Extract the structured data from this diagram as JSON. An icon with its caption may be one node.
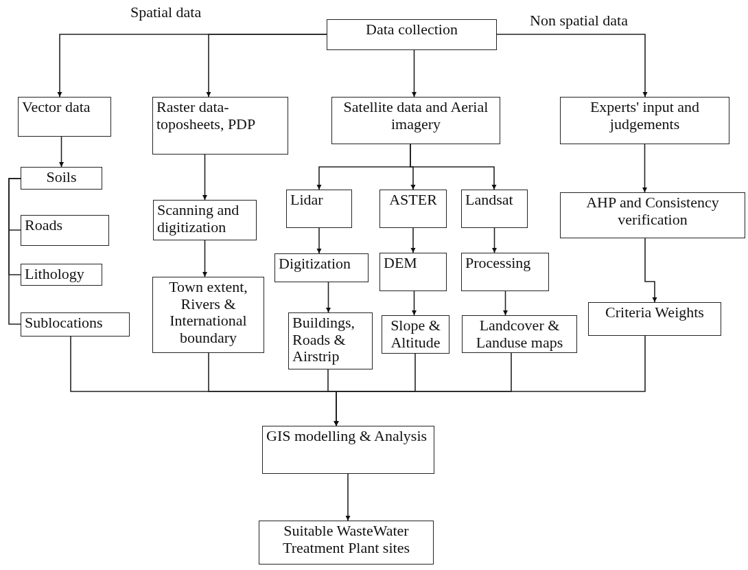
{
  "diagram": {
    "nodes": [
      {
        "text": [
          "Data collection"
        ]
      },
      {
        "text": [
          "Vector data"
        ]
      },
      {
        "text": [
          "Raster data- toposheets, PDP"
        ]
      },
      {
        "text": [
          "Satellite data and Aerial imagery"
        ]
      },
      {
        "text": [
          "Experts' input and judgements"
        ]
      },
      {
        "text": [
          "Soils"
        ]
      },
      {
        "text": [
          "Roads"
        ]
      },
      {
        "text": [
          "Lithology"
        ]
      },
      {
        "text": [
          "Sublocations"
        ]
      },
      {
        "text": [
          "Scanning and digitization"
        ]
      },
      {
        "text": [
          "Town extent, Rivers & International boundary"
        ]
      },
      {
        "text": [
          "Lidar"
        ]
      },
      {
        "text": [
          "ASTER"
        ]
      },
      {
        "text": [
          "Landsat"
        ]
      },
      {
        "text": [
          "Digitization"
        ]
      },
      {
        "text": [
          "DEM"
        ]
      },
      {
        "text": [
          "Processing"
        ]
      },
      {
        "text": [
          "Buildings, Roads & Airstrip"
        ]
      },
      {
        "text": [
          "Slope & Altitude"
        ]
      },
      {
        "text": [
          "Landcover & Landuse maps"
        ]
      },
      {
        "text": [
          "AHP and Consistency verification"
        ]
      },
      {
        "text": [
          "Criteria Weights"
        ]
      },
      {
        "text": [
          "GIS modelling & Analysis"
        ]
      },
      {
        "text": [
          "Suitable WasteWater Treatment Plant sites"
        ]
      }
    ],
    "edges": [
      {
        "from": 0,
        "to": 1,
        "arrow": "to"
      },
      {
        "from": 0,
        "to": 2,
        "arrow": "to"
      },
      {
        "from": 0,
        "to": 3,
        "arrow": "to"
      },
      {
        "from": 0,
        "to": 4,
        "arrow": "to"
      },
      {
        "from": 1,
        "to": 5,
        "arrow": "to"
      },
      {
        "from": 5,
        "to": 6,
        "arrow": "none"
      },
      {
        "from": 5,
        "to": 7,
        "arrow": "none"
      },
      {
        "from": 5,
        "to": 8,
        "arrow": "none"
      },
      {
        "from": 2,
        "to": 9,
        "arrow": "to"
      },
      {
        "from": 9,
        "to": 10,
        "arrow": "to"
      },
      {
        "from": 3,
        "to": 11,
        "arrow": "to"
      },
      {
        "from": 3,
        "to": 12,
        "arrow": "to"
      },
      {
        "from": 3,
        "to": 13,
        "arrow": "to"
      },
      {
        "from": 11,
        "to": 14,
        "arrow": "to"
      },
      {
        "from": 14,
        "to": 17,
        "arrow": "to"
      },
      {
        "from": 12,
        "to": 15,
        "arrow": "to"
      },
      {
        "from": 15,
        "to": 18,
        "arrow": "to"
      },
      {
        "from": 13,
        "to": 16,
        "arrow": "to"
      },
      {
        "from": 16,
        "to": 19,
        "arrow": "to"
      },
      {
        "from": 4,
        "to": 20,
        "arrow": "to"
      },
      {
        "from": 20,
        "to": 21,
        "arrow": "to"
      },
      {
        "from": 8,
        "to": 22,
        "arrow": "to"
      },
      {
        "from": 10,
        "to": 22,
        "arrow": "to"
      },
      {
        "from": 17,
        "to": 22,
        "arrow": "to"
      },
      {
        "from": 18,
        "to": 22,
        "arrow": "to"
      },
      {
        "from": 19,
        "to": 22,
        "arrow": "to"
      },
      {
        "from": 21,
        "to": 22,
        "arrow": "to"
      },
      {
        "from": 22,
        "to": 23,
        "arrow": "to"
      }
    ],
    "labels": [
      "Spatial data",
      "Non spatial data"
    ]
  }
}
